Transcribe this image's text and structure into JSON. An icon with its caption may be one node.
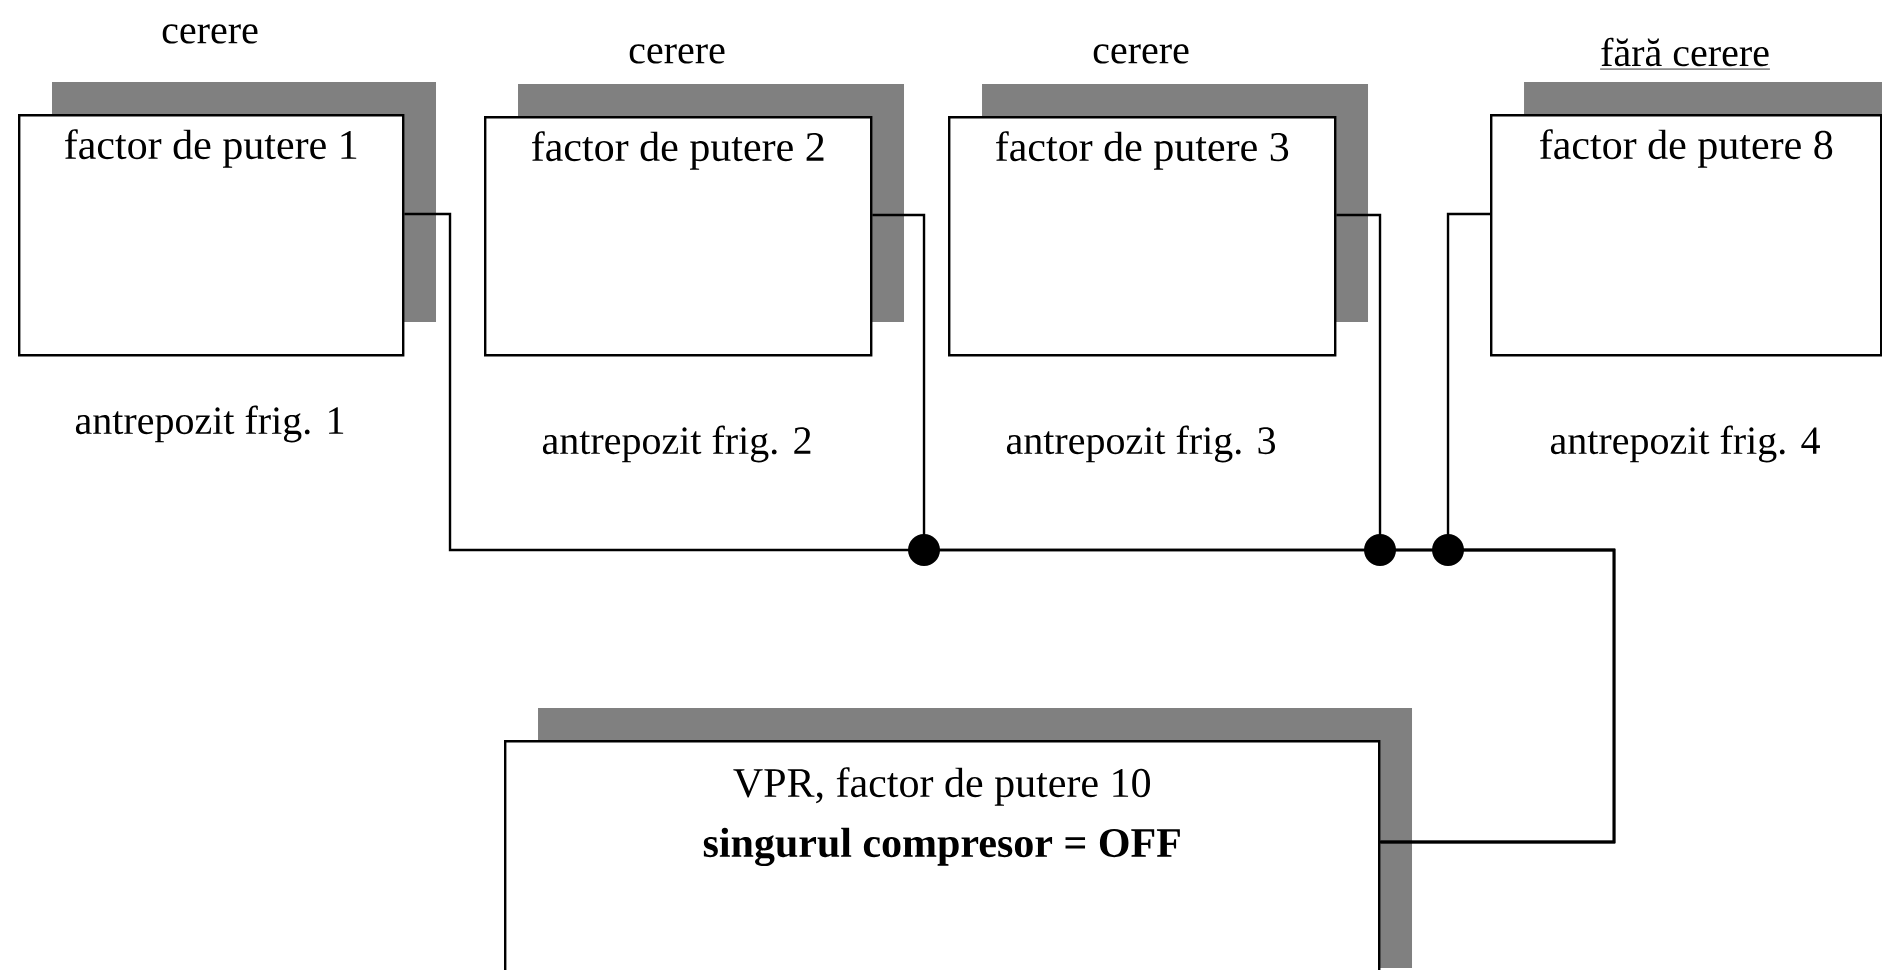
{
  "diagram": {
    "nodes": [
      {
        "text": [
          "factor de putere 1"
        ],
        "beside": [
          "cerere",
          "antrepozit frig. 1"
        ]
      },
      {
        "text": [
          "factor de putere 2"
        ],
        "beside": [
          "cerere",
          "antrepozit frig. 2"
        ]
      },
      {
        "text": [
          "factor de putere 3"
        ],
        "beside": [
          "cerere",
          "antrepozit frig. 3"
        ]
      },
      {
        "text": [
          "factor de putere 8"
        ],
        "beside": [
          "fără cerere",
          "antrepozit frig. 4"
        ]
      },
      {
        "text": [
          "VPR, factor de putere 10",
          "singurul compresor = OFF"
        ]
      }
    ],
    "edges": [
      {
        "from": 0,
        "to": 4,
        "arrow": "none"
      },
      {
        "from": 1,
        "to": 4,
        "arrow": "none"
      },
      {
        "from": 2,
        "to": 4,
        "arrow": "none"
      },
      {
        "from": 3,
        "to": 4,
        "arrow": "none"
      }
    ]
  }
}
